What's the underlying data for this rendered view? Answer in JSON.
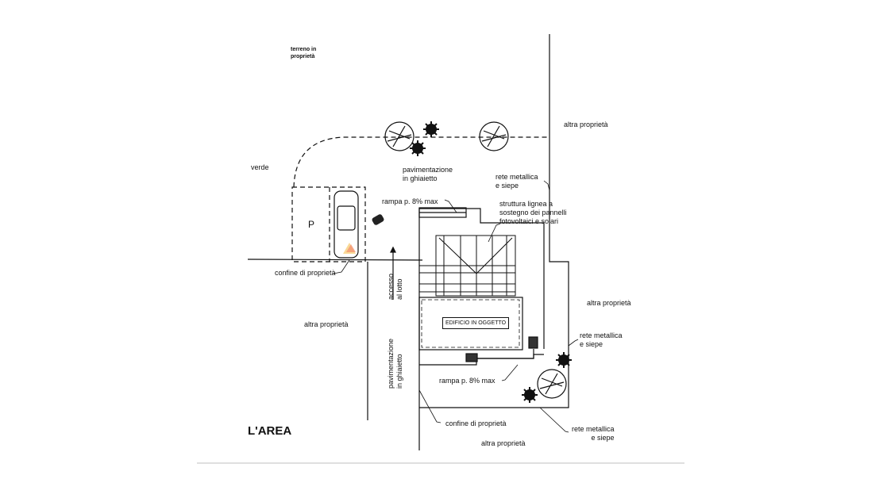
{
  "labels": {
    "terreno": "terreno in\nproprietà",
    "altra_top_right": "altra proprietà",
    "verde": "verde",
    "pavimentazione_top": "pavimentazione\nin ghiaietto",
    "rete_top": "rete metallica\ne siepe",
    "rampa_top": "rampa p. 8% max",
    "struttura": "struttura lignea a\nsostegno dei pannelli\nfotovoltaici e solari",
    "parking": "P",
    "confine_left": "confine di proprietà",
    "accesso": "accesso\nal lotto",
    "altra_right_mid": "altra proprietà",
    "altra_left": "altra proprietà",
    "edificio": "EDIFICIO IN OGGETTO",
    "rete_mid": "rete metallica\ne siepe",
    "pavimentazione_vert": "pavimentazione\nin ghiaietto",
    "rampa_bottom": "rampa p. 8% max",
    "confine_bottom": "confine di proprietà",
    "rete_bottom": "rete metallica\ne siepe",
    "area_title": "L'AREA",
    "altra_bottom": "altra proprietà"
  },
  "colors": {
    "line": "#111111",
    "background": "#ffffff"
  }
}
